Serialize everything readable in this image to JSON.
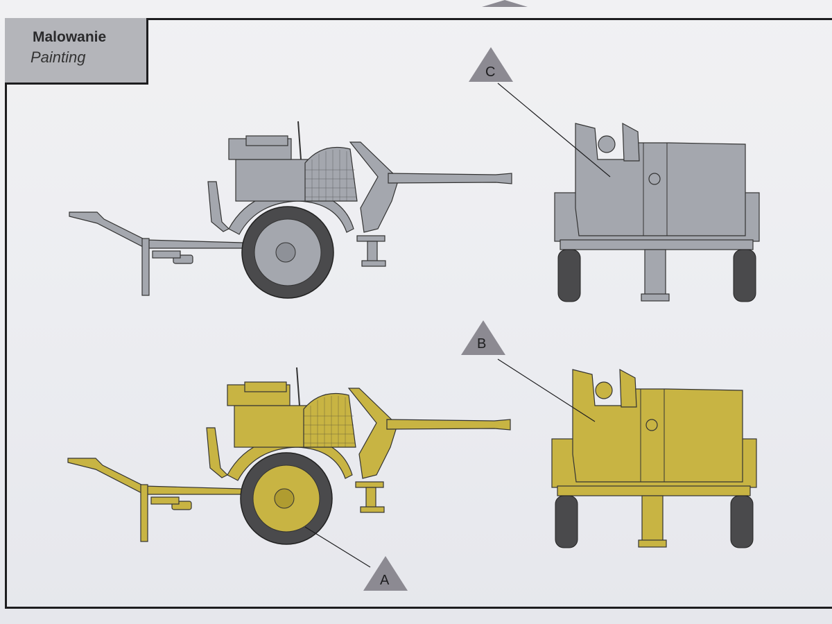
{
  "section": {
    "title_pl": "Malowanie",
    "title_en": "Painting"
  },
  "callouts": [
    {
      "label": "C",
      "color_name": "grey"
    },
    {
      "label": "B",
      "color_name": "yellow"
    },
    {
      "label": "A",
      "color_name": "dark grey tyre"
    }
  ],
  "colors": {
    "grey": "#a4a7ae",
    "yellow": "#c8b443",
    "tyre": "#4a4a4c",
    "triangle": "#8c8a92",
    "line": "#1d1d1f"
  }
}
